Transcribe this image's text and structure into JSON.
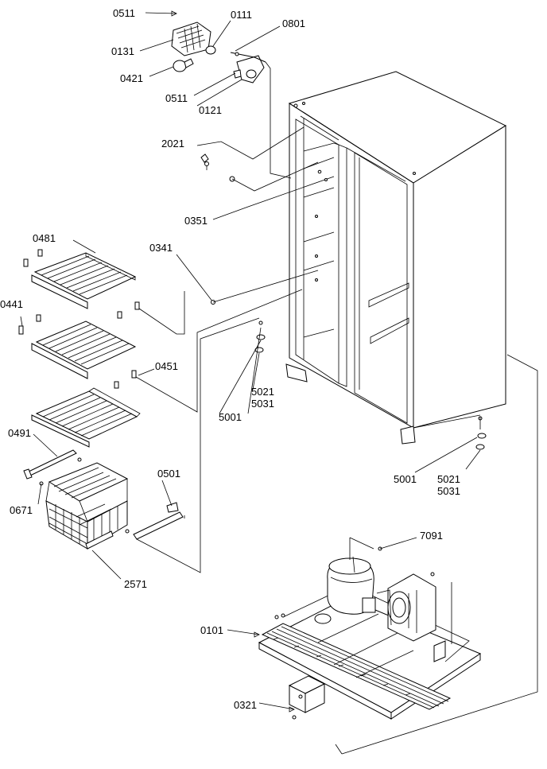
{
  "labels": {
    "l0511a": "0511",
    "l0111": "0111",
    "l0801": "0801",
    "l0131": "0131",
    "l0421": "0421",
    "l0511b": "0511",
    "l0121": "0121",
    "l2021": "2021",
    "l0351": "0351",
    "l0481": "0481",
    "l0341": "0341",
    "l0441": "0441",
    "l0451": "0451",
    "l5021a": "5021",
    "l5031a": "5031",
    "l5001a": "5001",
    "l0491": "0491",
    "l0501": "0501",
    "l0671": "0671",
    "l5001b": "5001",
    "l5021b": "5021",
    "l5031b": "5031",
    "l7091": "7091",
    "l2571": "2571",
    "l0101": "0101",
    "l0321": "0321"
  }
}
